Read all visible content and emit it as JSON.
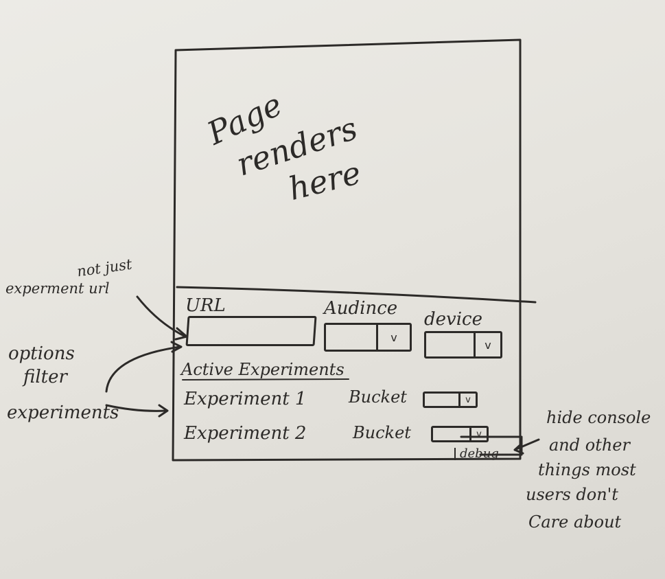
{
  "canvas": {
    "text": [
      "Page",
      "renders",
      "here"
    ]
  },
  "panel": {
    "url_label": "URL",
    "audience_label": "Audince",
    "device_label": "device",
    "dropdown_glyph": "v",
    "section_title": "Active Experiments",
    "experiments": [
      {
        "name": "Experiment 1",
        "bucket_label": "Bucket"
      },
      {
        "name": "Experiment 2",
        "bucket_label": "Bucket"
      }
    ],
    "debug_label": "debug"
  },
  "notes": {
    "url_note": [
      "not just",
      "experment url"
    ],
    "options_note": [
      "options",
      "filter",
      "experiments"
    ],
    "debug_note": [
      "hide console",
      "and other",
      "things most",
      "users don't",
      "Care about"
    ]
  }
}
